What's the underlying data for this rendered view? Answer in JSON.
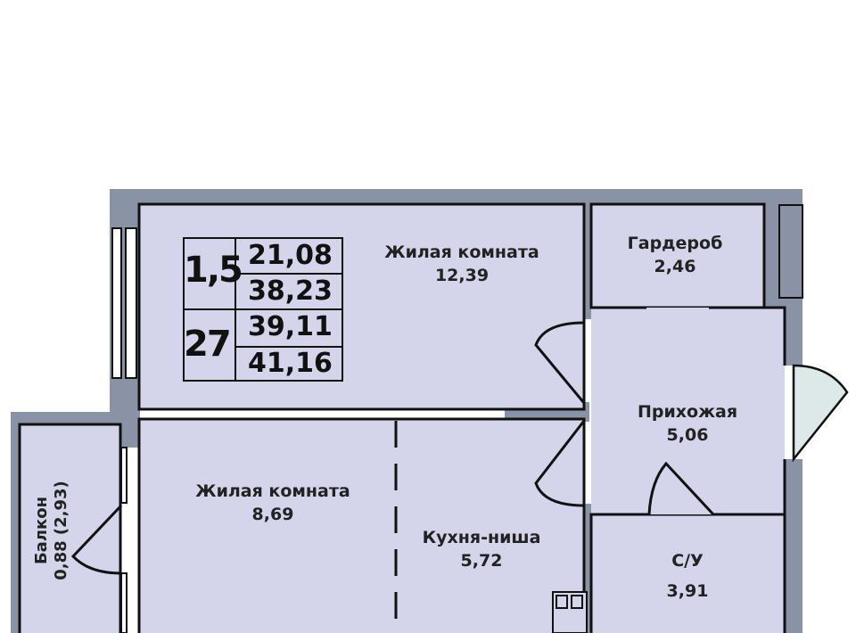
{
  "summary_table": {
    "rooms": "1,5",
    "number": "27",
    "areas": [
      "21,08",
      "38,23",
      "39,11",
      "41,16"
    ]
  },
  "rooms": [
    {
      "name": "Жилая комната",
      "area": "12,39"
    },
    {
      "name": "Гардероб",
      "area": "2,46"
    },
    {
      "name": "Прихожая",
      "area": "5,06"
    },
    {
      "name": "Жилая комната",
      "area": "8,69"
    },
    {
      "name": "Кухня-ниша",
      "area": "5,72"
    },
    {
      "name": "С/У",
      "area": "3,91"
    }
  ],
  "balcony": {
    "name": "Балкон",
    "area": "0,88 (2,93)"
  },
  "colors": {
    "room": "#d4d4eb",
    "wall": "#8a93a6",
    "line": "#111111",
    "door": "#dde8e8"
  }
}
